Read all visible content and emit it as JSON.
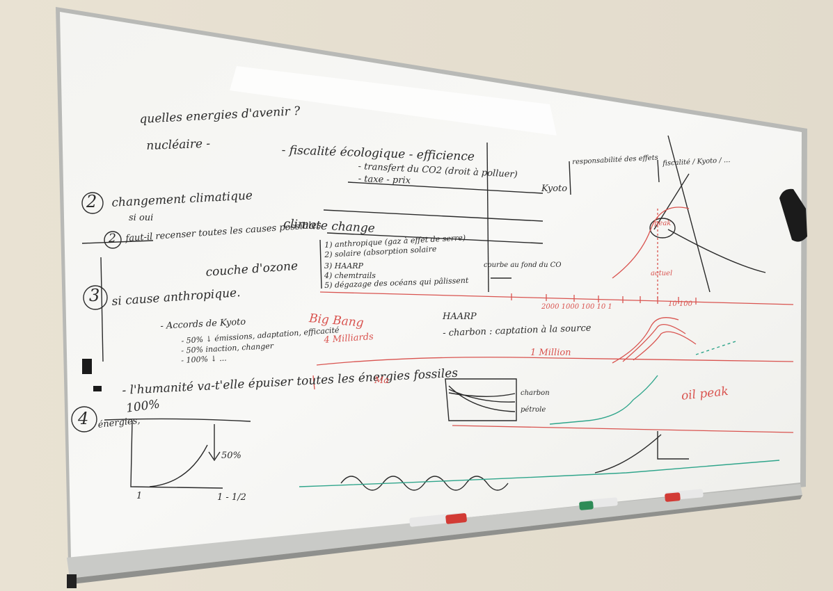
{
  "board": {
    "left_column": [
      "quelles energies d'avenir ?",
      "nucléaire -",
      "2",
      "changement climatique",
      "si oui",
      "2",
      "faut-il recenser toutes les causes possibles",
      "couche d'ozone",
      "3",
      "si cause anthropique.",
      "- Accords de Kyoto",
      "- 50% ↓ émissions, adaptation, efficacité",
      "- 50% inaction, changer",
      "- 100% ↓ ...",
      "- l'humanité va-t'elle épuiser toutes les énergies fossiles",
      "4",
      "100%",
      "énergies,",
      "50%",
      "1",
      "1 - 1/2"
    ],
    "center_text": [
      "- fiscalité écologique - efficience",
      "- transfert du CO2 (droit à polluer)",
      "- taxe - prix",
      "climate change",
      "1) anthropique (gaz à effet de serre)",
      "2) solaire (absorption solaire",
      "3) HAARP",
      "4) chemtrails",
      "5) dégazage des océans qui pâlissent",
      "courbe au fond du CO",
      "HAARP",
      "- charbon : captation à la source",
      "charbon",
      "pétrole",
      "Kyoto",
      "responsabilité des effets",
      "fiscalité / Kyoto / ..."
    ],
    "red_text": [
      "Big Bang",
      "4 Milliards",
      "Ma",
      "1 Million",
      "oil peak",
      "peak",
      "2000 1000 100 10 1",
      "actuel",
      "10 100"
    ]
  },
  "colors": {
    "wall": "#e7e0d2",
    "board": "#f6f6f3",
    "frame": "#a9aaa8",
    "ink_black": "#2a2a2a",
    "ink_red": "#d9534f",
    "ink_teal": "#2fa58b"
  },
  "objects": [
    "whiteboard",
    "eraser-icon",
    "marker-red",
    "marker-green",
    "marker-red-2",
    "magnet-icon"
  ]
}
